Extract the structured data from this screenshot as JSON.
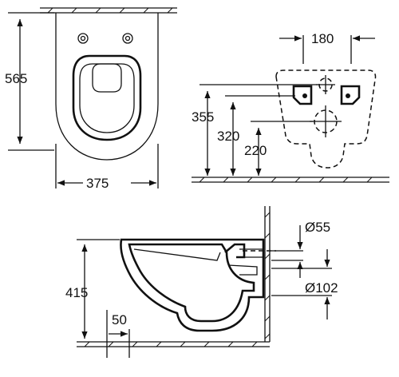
{
  "dimensions": {
    "top_view": {
      "length": "565",
      "width": "375"
    },
    "rear_view": {
      "fixing_spacing": "180",
      "height_fixing_upper": "355",
      "height_fixing_lower": "320",
      "height_outlet": "220"
    },
    "side_view": {
      "outlet_diameter": "Ø102",
      "inlet_diameter": "Ø55",
      "height_rim": "415",
      "offset": "50"
    }
  },
  "colors": {
    "line": "#111111",
    "background": "#ffffff"
  }
}
